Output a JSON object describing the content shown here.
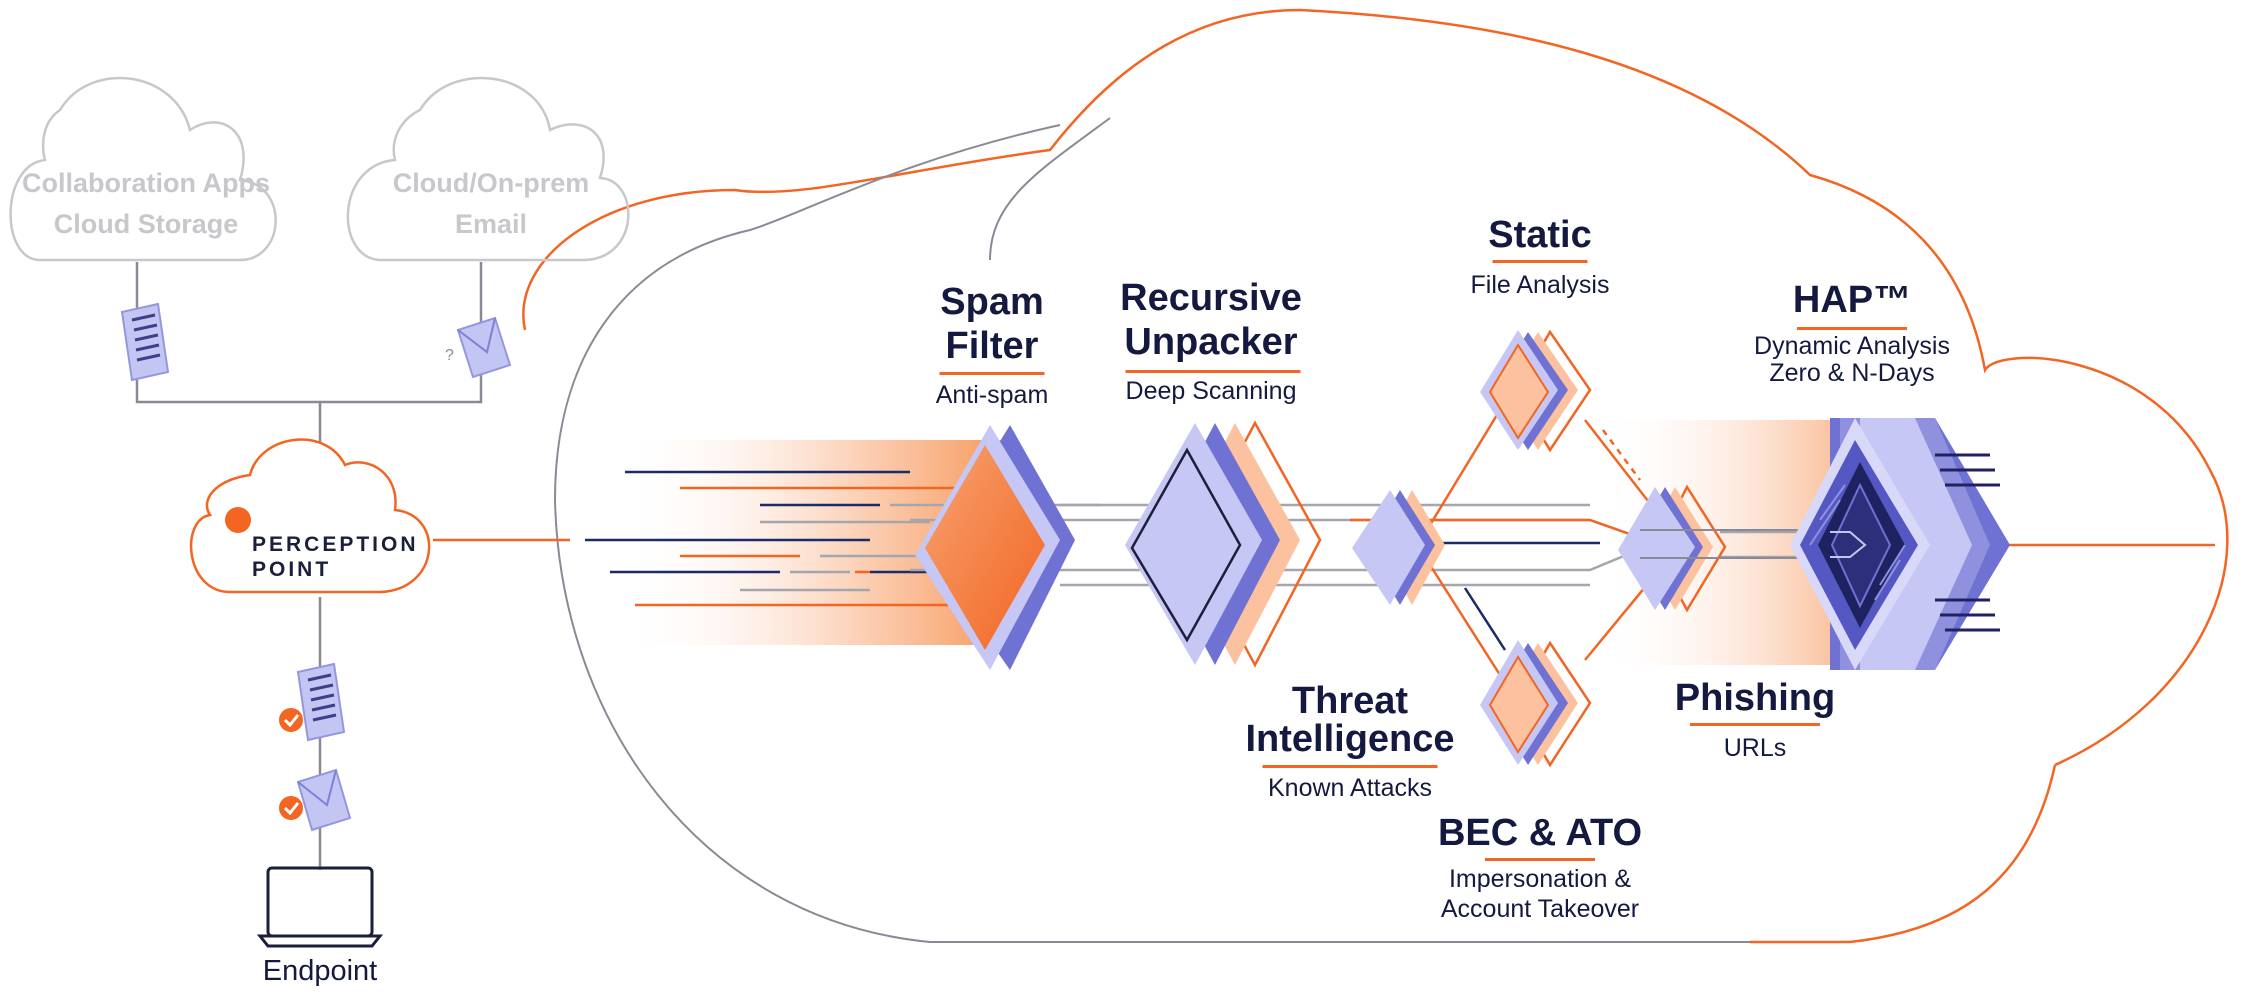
{
  "sources": {
    "collab": {
      "line1": "Collaboration Apps",
      "line2": "Cloud Storage"
    },
    "email": {
      "line1": "Cloud/On-prem",
      "line2": "Email"
    }
  },
  "brand": {
    "line1": "PERCEPTION",
    "line2": "POINT"
  },
  "endpoint": "Endpoint",
  "stages": {
    "spam": {
      "title1": "Spam",
      "title2": "Filter",
      "sub": "Anti-spam"
    },
    "unpacker": {
      "title1": "Recursive",
      "title2": "Unpacker",
      "sub": "Deep Scanning"
    },
    "static": {
      "title": "Static",
      "sub": "File Analysis"
    },
    "hap": {
      "title": "HAP™",
      "sub1": "Dynamic Analysis",
      "sub2": "Zero & N-Days"
    },
    "threat": {
      "title1": "Threat",
      "title2": "Intelligence",
      "sub": "Known Attacks"
    },
    "phishing": {
      "title": "Phishing",
      "sub": "URLs"
    },
    "bec": {
      "title": "BEC & ATO",
      "sub1": "Impersonation &",
      "sub2": "Account Takeover"
    }
  },
  "colors": {
    "accent": "#f26522",
    "navy": "#14193f",
    "periwinkle": "#b8baf2",
    "violet": "#5b5cc4",
    "gray": "#c7c7cc"
  },
  "icons": [
    "document-icon",
    "envelope-icon",
    "check-icon",
    "laptop-icon",
    "shield-chip-icon"
  ]
}
